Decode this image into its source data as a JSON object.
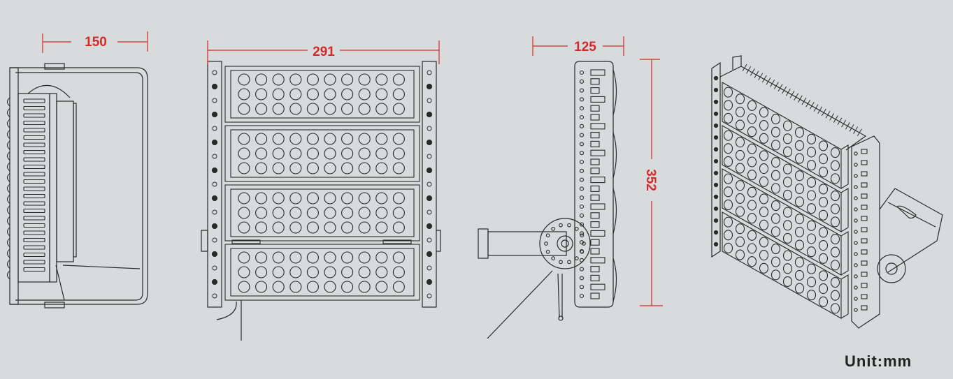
{
  "colors": {
    "background": "#d7dbdc",
    "line": "#2a2a2a",
    "dimension": "#d42a2a",
    "unit_text": "#222222"
  },
  "dimensions": {
    "side_depth": "150",
    "front_width": "291",
    "side_bracket_depth": "125",
    "height": "352"
  },
  "unit_label": "Unit:mm",
  "views": {
    "side_view": {
      "fins": 24
    },
    "front_view": {
      "modules": 4,
      "led_rows": 3,
      "led_cols": 10
    },
    "bracket_view": {},
    "perspective_view": {
      "modules": 4,
      "led_rows": 3,
      "led_cols": 10
    }
  }
}
